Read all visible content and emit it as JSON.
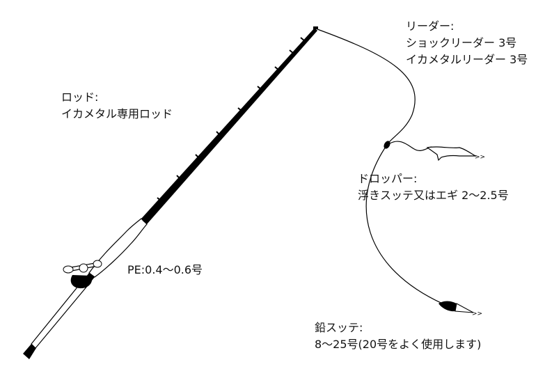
{
  "rod": {
    "title": "ロッド:",
    "value": "イカメタル専用ロッド"
  },
  "leader": {
    "title": "リーダー:",
    "lines": [
      "ショックリーダー 3号",
      "イカメタルリーダー 3号"
    ]
  },
  "dropper": {
    "title": "ドロッパー:",
    "value": "浮きスッテ又はエギ 2～2.5号"
  },
  "main_line": {
    "value": "PE:0.4～0.6号"
  },
  "sinker": {
    "title": "鉛スッテ:",
    "value": "8～25号(20号をよく使用します)"
  }
}
